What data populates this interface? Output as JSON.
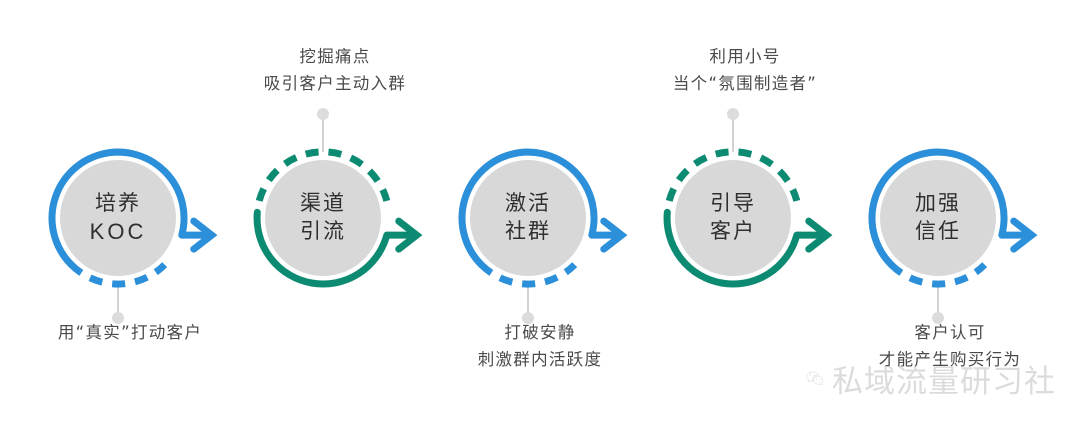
{
  "infographic": {
    "colors": {
      "blue": "#2b8fd9",
      "green": "#0d8b72",
      "disc_fill": "#d8d8d8",
      "connector": "#d2d2d2",
      "text": "#3a3a3a",
      "background": "#ffffff"
    },
    "steps": [
      {
        "id": "step-1",
        "color_name": "blue",
        "label_line1": "培养",
        "label_line2": "KOC",
        "label_is_latin": true,
        "caption_position": "bottom",
        "caption_line1": "用“真实”打动客户",
        "caption_line2": ""
      },
      {
        "id": "step-2",
        "color_name": "green",
        "label_line1": "渠道",
        "label_line2": "引流",
        "label_is_latin": false,
        "caption_position": "top",
        "caption_line1": "挖掘痛点",
        "caption_line2": "吸引客户主动入群"
      },
      {
        "id": "step-3",
        "color_name": "blue",
        "label_line1": "激活",
        "label_line2": "社群",
        "label_is_latin": false,
        "caption_position": "bottom",
        "caption_line1": "打破安静",
        "caption_line2": "刺激群内活跃度"
      },
      {
        "id": "step-4",
        "color_name": "green",
        "label_line1": "引导",
        "label_line2": "客户",
        "label_is_latin": false,
        "caption_position": "top",
        "caption_line1": "利用小号",
        "caption_line2": "当个“氛围制造者”"
      },
      {
        "id": "step-5",
        "color_name": "blue",
        "label_line1": "加强",
        "label_line2": "信任",
        "label_is_latin": false,
        "caption_position": "bottom",
        "caption_line1": "客户认可",
        "caption_line2": "才能产生购买行为"
      }
    ],
    "watermark": {
      "text": "私域流量研习社",
      "icon": "wechat-logo-icon"
    }
  }
}
